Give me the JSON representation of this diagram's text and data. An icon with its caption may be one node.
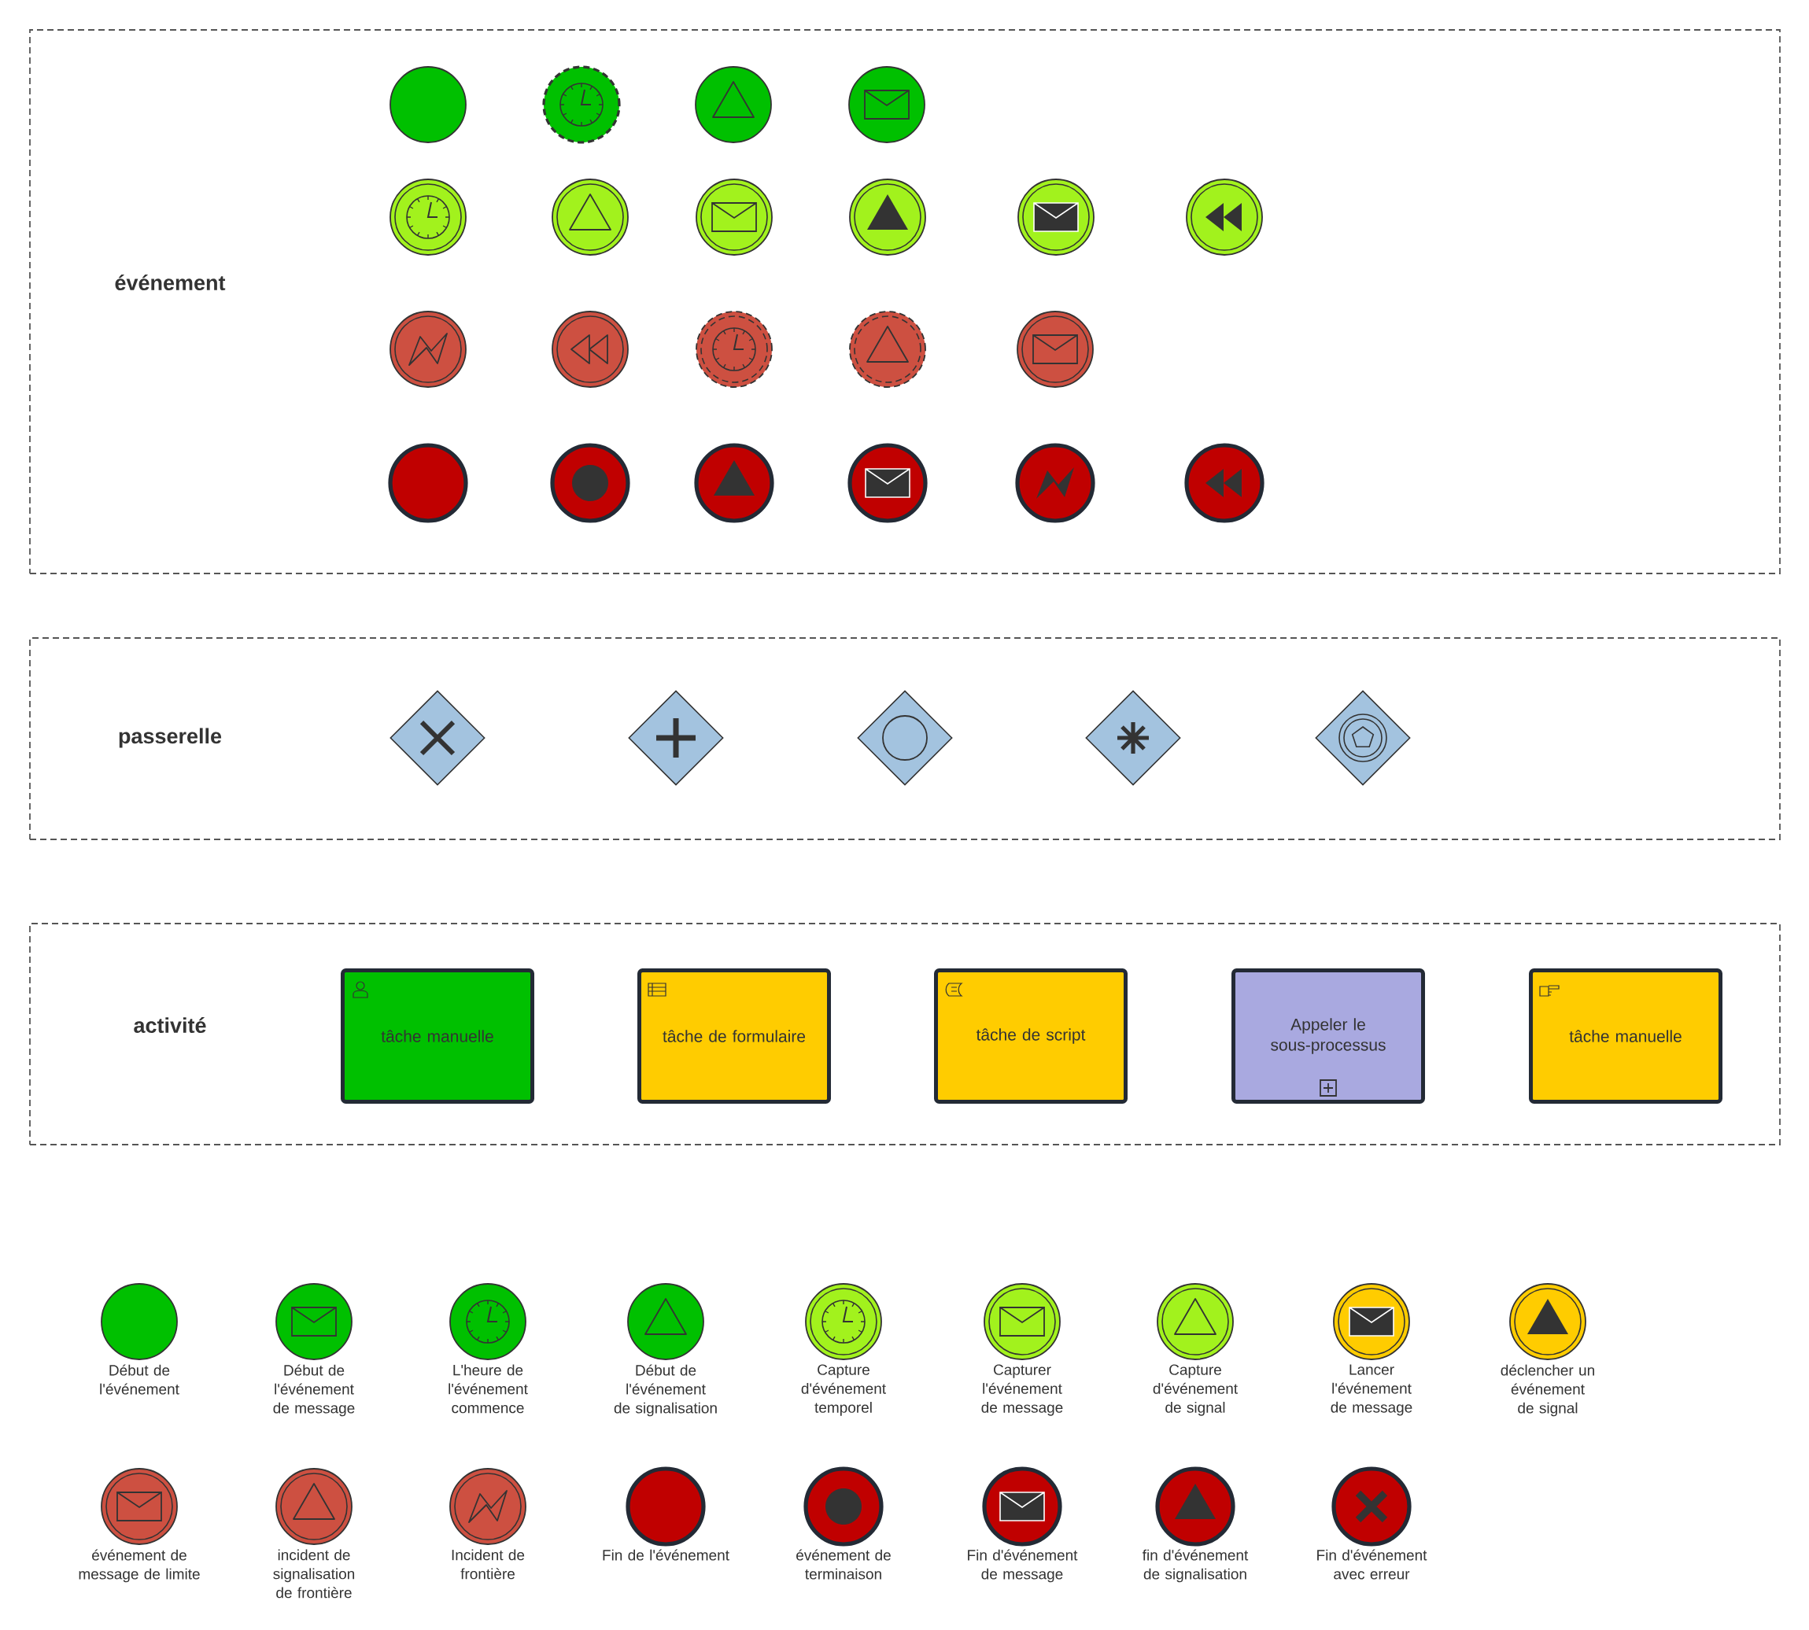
{
  "diagram": {
    "nodes": [
      {
        "text": [
          "événement"
        ]
      },
      {
        "text": [],
        "shape": "circle",
        "in": 0
      },
      {
        "text": [],
        "shape": "circle",
        "in": 0
      },
      {
        "text": [],
        "shape": "circle",
        "in": 0
      },
      {
        "text": [],
        "shape": "circle",
        "in": 0
      },
      {
        "text": [],
        "shape": "circle",
        "in": 0
      },
      {
        "text": [],
        "shape": "circle",
        "in": 0
      },
      {
        "text": [],
        "shape": "circle",
        "in": 0
      },
      {
        "text": [],
        "shape": "circle",
        "in": 0
      },
      {
        "text": [],
        "shape": "circle",
        "in": 0
      },
      {
        "text": [],
        "shape": "circle",
        "in": 0
      },
      {
        "text": [],
        "shape": "circle",
        "in": 0
      },
      {
        "text": [],
        "shape": "circle",
        "in": 0
      },
      {
        "text": [],
        "shape": "circle",
        "in": 0
      },
      {
        "text": [],
        "shape": "circle",
        "in": 0
      },
      {
        "text": [],
        "shape": "circle",
        "in": 0
      },
      {
        "text": [],
        "shape": "circle",
        "in": 0
      },
      {
        "text": [],
        "shape": "circle",
        "in": 0
      },
      {
        "text": [],
        "shape": "circle",
        "in": 0
      },
      {
        "text": [],
        "shape": "circle",
        "in": 0
      },
      {
        "text": [],
        "shape": "circle",
        "in": 0
      },
      {
        "text": [],
        "shape": "circle",
        "in": 0
      },
      {
        "text": [
          "passerelle"
        ]
      },
      {
        "text": [],
        "shape": "diamond",
        "in": 22
      },
      {
        "text": [],
        "shape": "diamond",
        "in": 22
      },
      {
        "text": [],
        "shape": "diamond",
        "in": 22
      },
      {
        "text": [],
        "shape": "diamond",
        "in": 22
      },
      {
        "text": [],
        "shape": "diamond",
        "in": 22
      },
      {
        "text": [
          "activité"
        ]
      },
      {
        "text": [
          "tâche manuelle"
        ],
        "in": 28
      },
      {
        "text": [
          "tâche de formulaire"
        ],
        "in": 28
      },
      {
        "text": [
          "tâche de script"
        ],
        "in": 28
      },
      {
        "text": [
          "Appeler le sous-processus"
        ],
        "in": 28
      },
      {
        "text": [
          "tâche manuelle"
        ],
        "in": 28
      },
      {
        "text": [],
        "shape": "circle",
        "beside": [
          "Début de l'événement"
        ]
      },
      {
        "text": [],
        "shape": "circle",
        "beside": [
          "Début de l'événement de message"
        ]
      },
      {
        "text": [],
        "shape": "circle",
        "beside": [
          "L'heure de l'événement commence"
        ]
      },
      {
        "text": [],
        "shape": "circle",
        "beside": [
          "Début de l'événement de signalisation"
        ]
      },
      {
        "text": [],
        "shape": "circle",
        "beside": [
          "Capture d'événement temporel"
        ]
      },
      {
        "text": [],
        "shape": "circle",
        "beside": [
          "Capturer l'événement de message"
        ]
      },
      {
        "text": [],
        "shape": "circle",
        "beside": [
          "Capture d'événement de signal"
        ]
      },
      {
        "text": [],
        "shape": "circle",
        "beside": [
          "Lancer l'événement de message"
        ]
      },
      {
        "text": [],
        "shape": "circle",
        "beside": [
          "déclencher un événement de signal"
        ]
      },
      {
        "text": [],
        "shape": "circle",
        "beside": [
          "événement de message de limite"
        ]
      },
      {
        "text": [],
        "shape": "circle",
        "beside": [
          "incident de signalisation de frontière"
        ]
      },
      {
        "text": [],
        "shape": "circle",
        "beside": [
          "Incident de frontière"
        ]
      },
      {
        "text": [],
        "shape": "circle",
        "beside": [
          "Fin de l'événement"
        ]
      },
      {
        "text": [],
        "shape": "circle",
        "beside": [
          "événement de terminaison"
        ]
      },
      {
        "text": [],
        "shape": "circle",
        "beside": [
          "Fin d'événement de message"
        ]
      },
      {
        "text": [],
        "shape": "circle",
        "beside": [
          "fin d'événement de signalisation"
        ]
      },
      {
        "text": [],
        "shape": "circle",
        "beside": [
          "Fin d'événement avec erreur"
        ]
      }
    ]
  }
}
